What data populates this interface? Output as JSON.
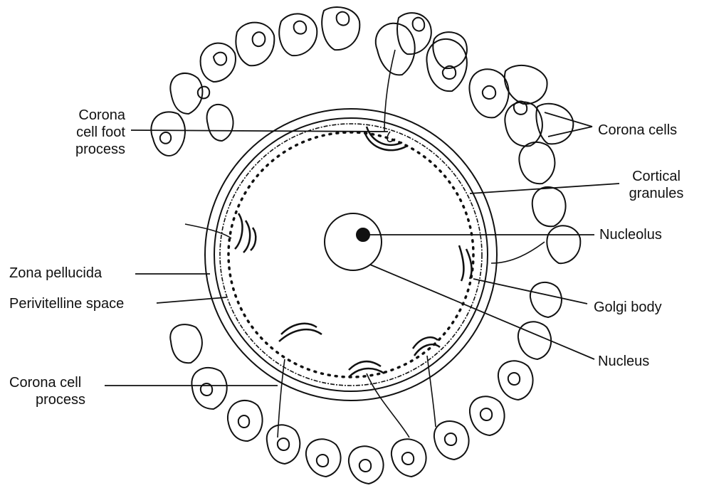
{
  "labels": {
    "corona_foot_1": "Corona",
    "corona_foot_2": "cell foot",
    "corona_foot_3": "process",
    "corona_cells": "Corona cells",
    "cortical_1": "Cortical",
    "cortical_2": "granules",
    "nucleolus": "Nucleolus",
    "zona": "Zona pellucida",
    "perivitelline": "Perivitelline space",
    "golgi": "Golgi body",
    "nucleus": "Nucleus",
    "corona_proc_1": "Corona cell",
    "corona_proc_2": "process"
  }
}
